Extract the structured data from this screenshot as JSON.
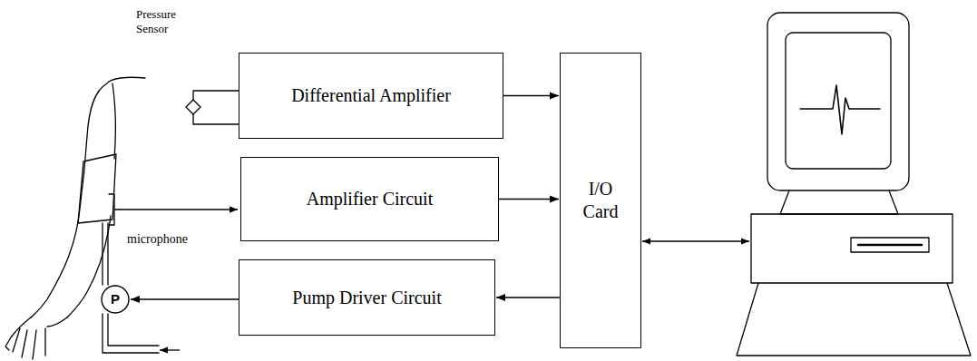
{
  "diagram": {
    "nodes": [
      {
        "text": [
          "Differential Amplifier"
        ]
      },
      {
        "text": [
          "Amplifier Circuit"
        ]
      },
      {
        "text": [
          "Pump Driver Circuit"
        ]
      },
      {
        "text": [
          "I/O Card"
        ]
      },
      {
        "text": [
          "P"
        ]
      }
    ],
    "edges": [
      {
        "from": 0,
        "to": 3,
        "arrow": "to"
      },
      {
        "from": 1,
        "to": 3,
        "arrow": "to"
      },
      {
        "from": 3,
        "to": 2,
        "arrow": "to"
      },
      {
        "from": 2,
        "to": 4,
        "arrow": "to"
      }
    ],
    "labels": [
      "Pressure Sensor",
      "microphone"
    ]
  }
}
